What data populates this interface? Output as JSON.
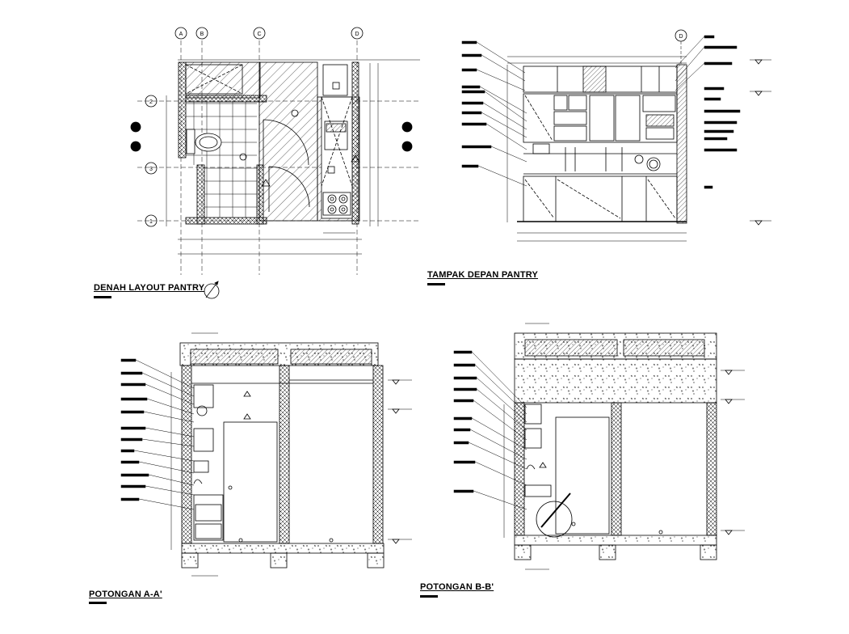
{
  "drawings": {
    "plan": {
      "title": "DENAH LAYOUT PANTRY"
    },
    "front_elevation": {
      "title": "TAMPAK DEPAN PANTRY"
    },
    "section_a": {
      "title": "POTONGAN A-A'"
    },
    "section_b": {
      "title": "POTONGAN B-B'"
    }
  },
  "grid_axes": [
    "A",
    "B",
    "C",
    "D"
  ],
  "grid_rows": [
    "2",
    "3",
    "1"
  ],
  "colors": {
    "line": "#000000",
    "background": "#ffffff"
  }
}
